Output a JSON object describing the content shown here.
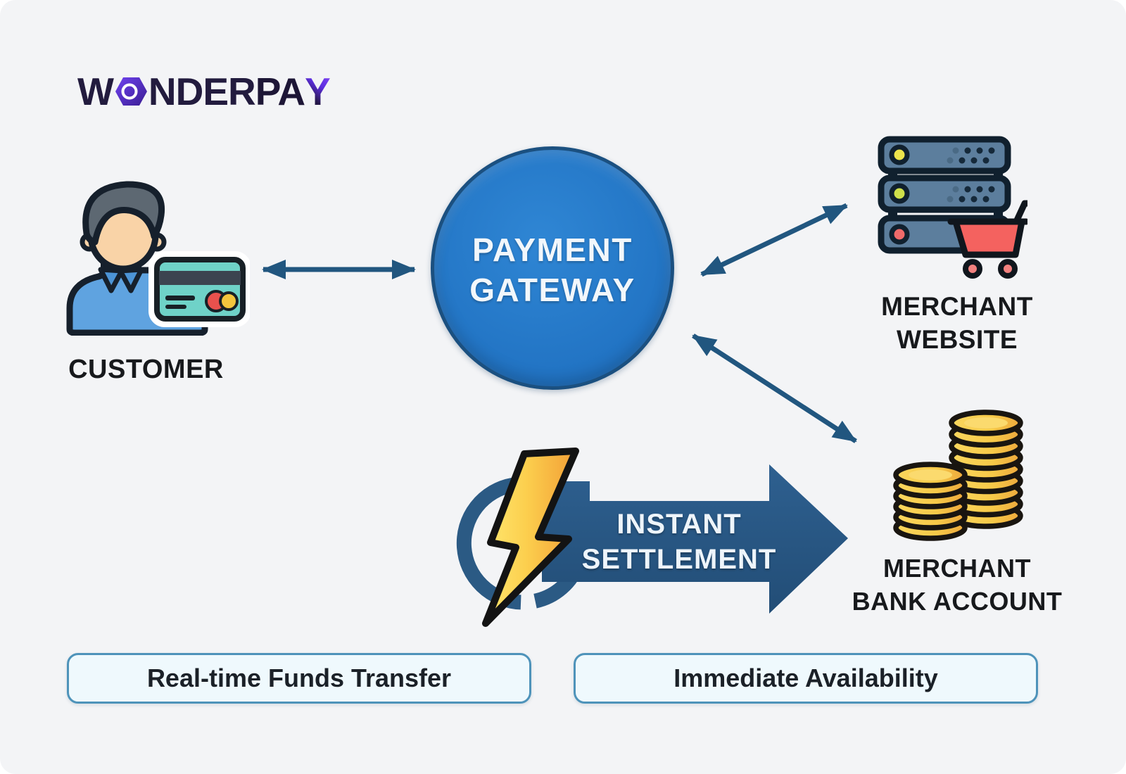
{
  "logo": {
    "w": "W",
    "onder": "NDER",
    "pa": "PA",
    "y": "Y"
  },
  "nodes": {
    "customer": {
      "label": "CUSTOMER"
    },
    "gateway": {
      "line1": "PAYMENT",
      "line2": "GATEWAY"
    },
    "merchant_website": {
      "line1": "MERCHANT",
      "line2": "WEBSITE"
    },
    "merchant_bank": {
      "line1": "MERCHANT",
      "line2": "BANK ACCOUNT"
    }
  },
  "settlement": {
    "line1": "INSTANT",
    "line2": "SETTLEMENT"
  },
  "badges": [
    {
      "label": "Real-time Funds Transfer"
    },
    {
      "label": "Immediate Availability"
    }
  ],
  "icons": {
    "logo_o": "hexagon-ring-icon",
    "customer": "person-with-credit-card-icon",
    "merchant_website": "server-stack-with-cart-icon",
    "merchant_bank": "coin-stacks-icon",
    "settlement": "lightning-bolt-icon",
    "connectors": "double-headed-arrow"
  },
  "colors": {
    "canvas_bg": "#f3f4f6",
    "gateway_blue": "#2277c8",
    "gateway_border": "#1b5080",
    "connector_navy": "#21567f",
    "settlement_navy": "#27547e",
    "logo_purple": "#5b2bd0",
    "logo_navy": "#221b3e",
    "card_teal": "#6fd2c8",
    "coin_gold": "#f7c948",
    "cart_red": "#f4625f",
    "server_slate": "#5c7e9d",
    "badge_border": "#4e93ba",
    "badge_bg": "#eff9fd",
    "label_black": "#17191c"
  }
}
